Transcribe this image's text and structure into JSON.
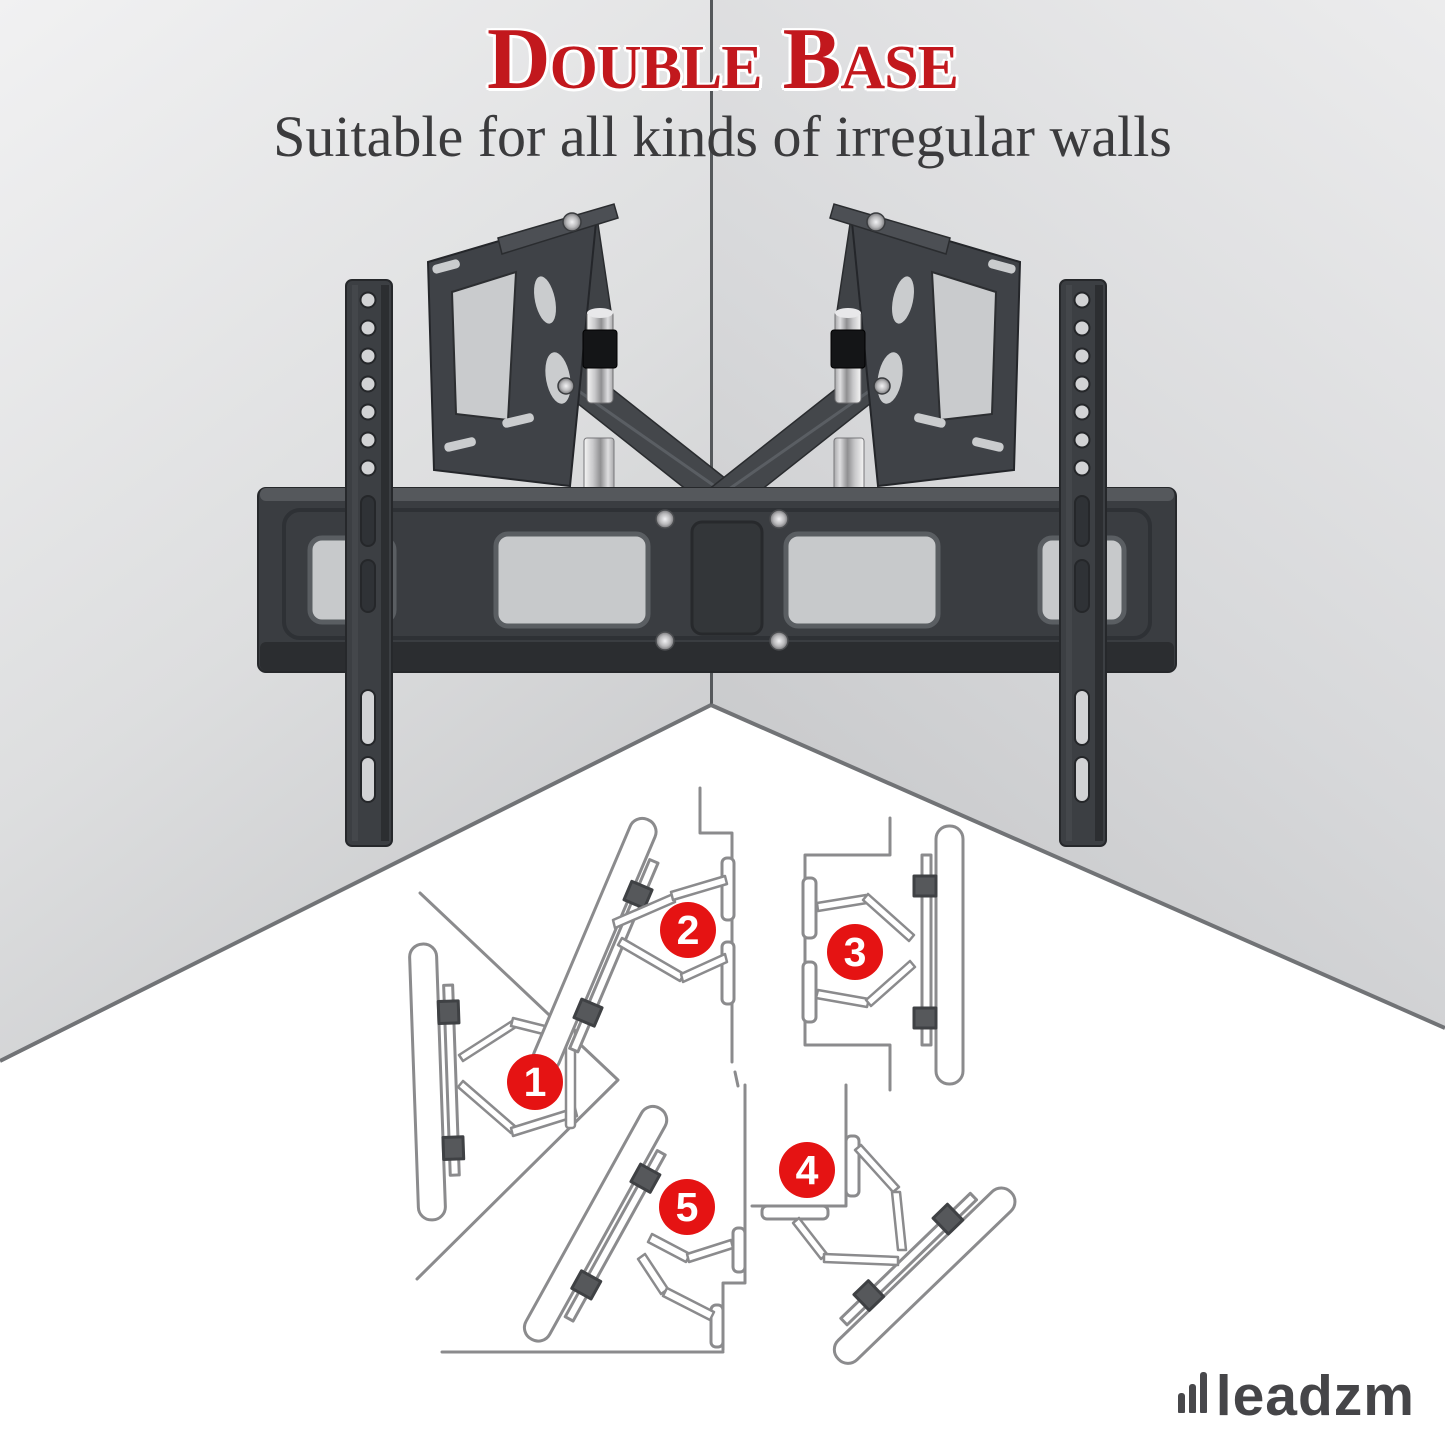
{
  "title": "Double Base",
  "subtitle": "Suitable for all kinds of irregular walls",
  "brand": {
    "name": "leadzm",
    "icon": "signal-bars-icon"
  },
  "diagram": {
    "badges": [
      {
        "label": "1"
      },
      {
        "label": "2"
      },
      {
        "label": "3"
      },
      {
        "label": "4"
      },
      {
        "label": "5"
      }
    ]
  },
  "colors": {
    "title_red": "#c2181d",
    "badge_red": "#e51313",
    "subtitle_gray": "#3b3b3d",
    "wall_light": "#f0f0f1",
    "wall_dark": "#c5c6c8",
    "bracket_metal_dark": "#3a3d41",
    "diagram_line_gray": "#8b8b8d",
    "logo_gray": "#454548"
  }
}
